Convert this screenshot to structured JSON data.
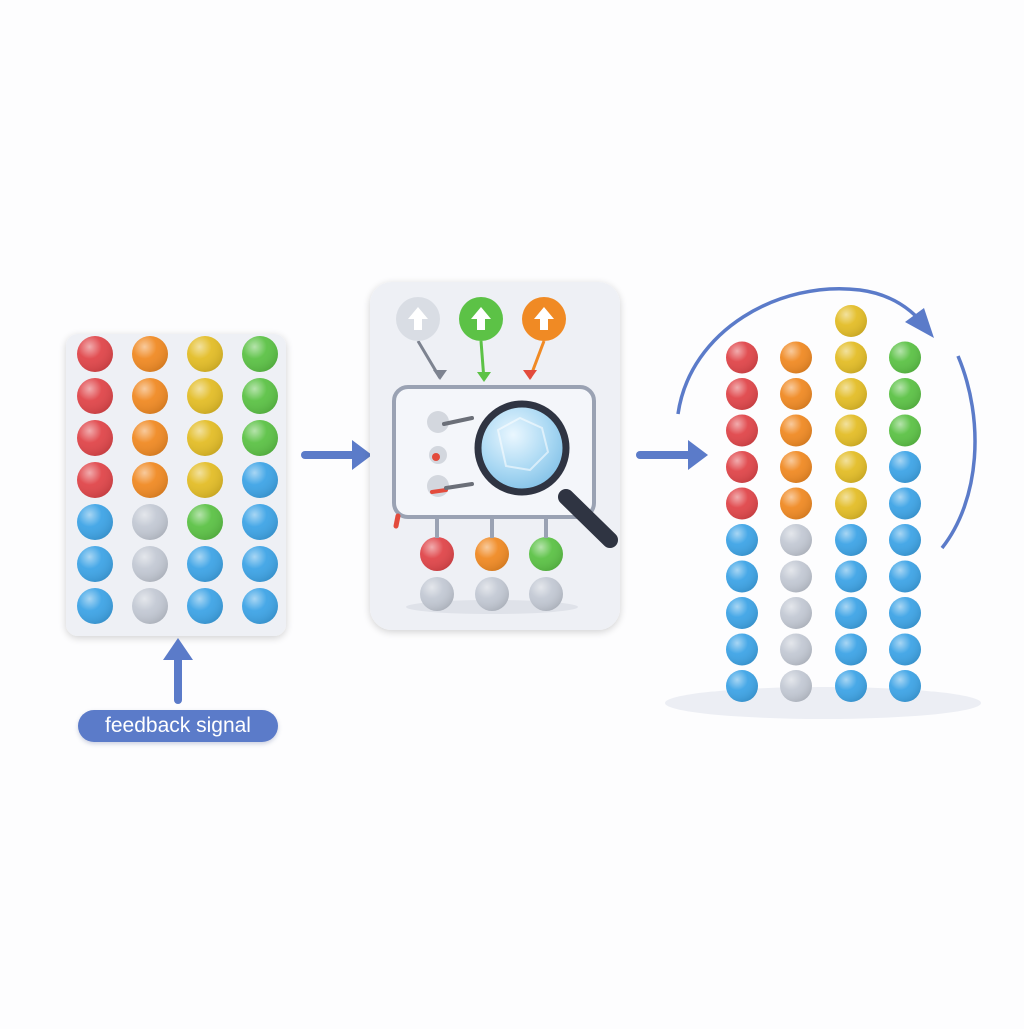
{
  "labels": {
    "feedback_signal": "feedback signal"
  },
  "colors": {
    "red": "#e0464a",
    "orange": "#f08a24",
    "yellow": "#e3bd27",
    "green": "#5cc246",
    "blue": "#3ea4e6",
    "gray": "#c3c9d4",
    "arrow": "#5b7bc9",
    "lens": "#bfe3f7",
    "frame": "#3b4150"
  },
  "panels": {
    "input_grid": {
      "columns": [
        [
          "red",
          "red",
          "red",
          "red",
          "blue",
          "blue",
          "blue"
        ],
        [
          "orange",
          "orange",
          "orange",
          "orange",
          "gray",
          "gray",
          "gray"
        ],
        [
          "yellow",
          "yellow",
          "yellow",
          "yellow",
          "green",
          "blue",
          "blue"
        ],
        [
          "green",
          "green",
          "green",
          "blue",
          "blue",
          "blue",
          "blue"
        ]
      ]
    },
    "evaluator": {
      "indicator_icons": [
        "gray",
        "green",
        "orange"
      ],
      "output_dots": [
        "red",
        "orange",
        "green"
      ],
      "base_dots": [
        "gray",
        "gray",
        "gray"
      ],
      "icon": "magnifier-icon"
    },
    "output_grid": {
      "columns": [
        [
          "red",
          "red",
          "red",
          "red",
          "red",
          "blue",
          "blue",
          "blue",
          "blue",
          "blue"
        ],
        [
          "orange",
          "orange",
          "orange",
          "orange",
          "orange",
          "gray",
          "gray",
          "gray",
          "gray",
          "gray"
        ],
        [
          "yellow",
          "yellow",
          "yellow",
          "yellow",
          "yellow",
          "yellow",
          "blue",
          "blue",
          "blue",
          "blue",
          "blue"
        ],
        [
          "green",
          "green",
          "green",
          "blue",
          "blue",
          "blue",
          "blue",
          "blue",
          "blue",
          "blue"
        ]
      ]
    }
  }
}
